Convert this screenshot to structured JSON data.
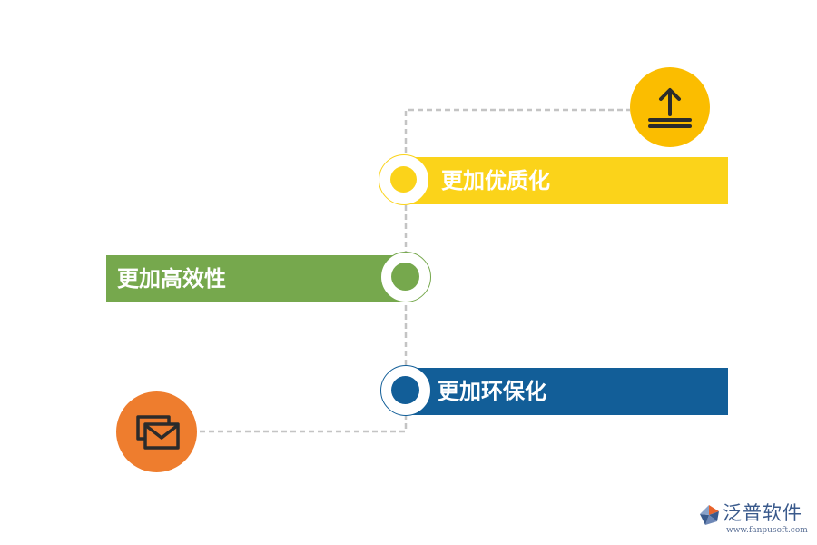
{
  "items": [
    {
      "label": "更加优质化",
      "color": "#fbd31a"
    },
    {
      "label": "更加高效性",
      "color": "#76a84d"
    },
    {
      "label": "更加环保化",
      "color": "#125e98"
    }
  ],
  "icons": {
    "top": {
      "name": "upload-icon",
      "color": "#fbbd00"
    },
    "bottom": {
      "name": "mail-icon",
      "color": "#ee7d2e"
    }
  },
  "logo": {
    "name": "泛普软件",
    "url": "www.fanpusoft.com"
  }
}
